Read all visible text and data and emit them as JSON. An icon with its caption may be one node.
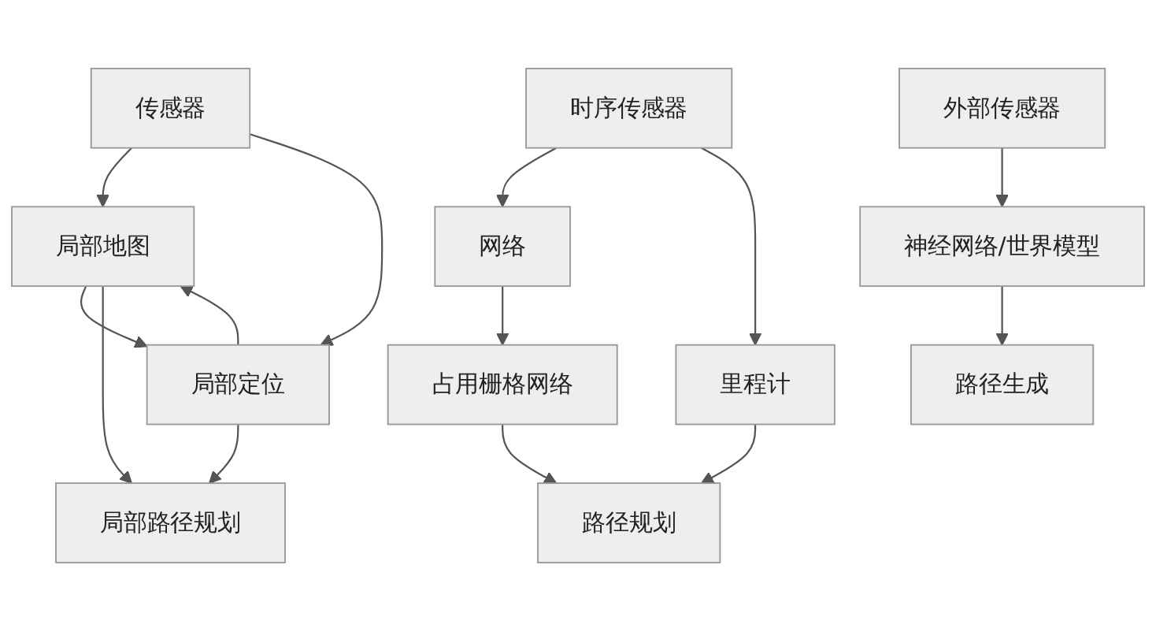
{
  "diagram": {
    "nodes": [
      {
        "text": [
          "传感器"
        ]
      },
      {
        "text": [
          "局部地图"
        ]
      },
      {
        "text": [
          "局部定位"
        ]
      },
      {
        "text": [
          "局部路径规划"
        ]
      },
      {
        "text": [
          "时序传感器"
        ]
      },
      {
        "text": [
          "网络"
        ]
      },
      {
        "text": [
          "占用栅格网络"
        ]
      },
      {
        "text": [
          "里程计"
        ]
      },
      {
        "text": [
          "路径规划"
        ]
      },
      {
        "text": [
          "外部传感器"
        ]
      },
      {
        "text": [
          "神经网络/世界模型"
        ]
      },
      {
        "text": [
          "路径生成"
        ]
      }
    ],
    "edges": [
      {
        "from": 0,
        "to": 1,
        "arrow": "to"
      },
      {
        "from": 0,
        "to": 2,
        "arrow": "to"
      },
      {
        "from": 1,
        "to": 2,
        "arrow": "to"
      },
      {
        "from": 2,
        "to": 1,
        "arrow": "to"
      },
      {
        "from": 1,
        "to": 3,
        "arrow": "to"
      },
      {
        "from": 2,
        "to": 3,
        "arrow": "to"
      },
      {
        "from": 4,
        "to": 5,
        "arrow": "to"
      },
      {
        "from": 4,
        "to": 7,
        "arrow": "to"
      },
      {
        "from": 5,
        "to": 6,
        "arrow": "to"
      },
      {
        "from": 6,
        "to": 8,
        "arrow": "to"
      },
      {
        "from": 7,
        "to": 8,
        "arrow": "to"
      },
      {
        "from": 9,
        "to": 10,
        "arrow": "to"
      },
      {
        "from": 10,
        "to": 11,
        "arrow": "to"
      }
    ]
  }
}
